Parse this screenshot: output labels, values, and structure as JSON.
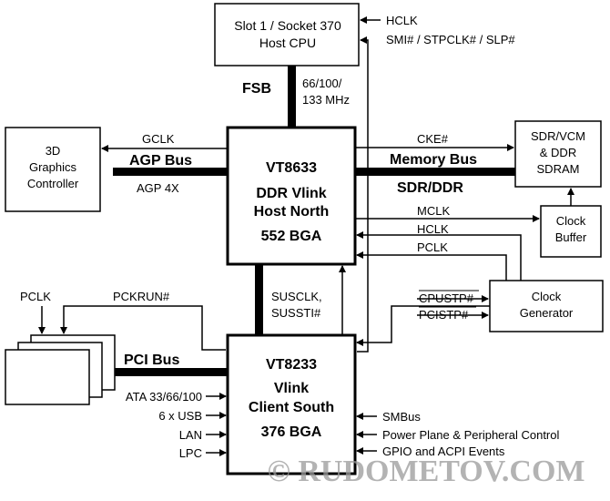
{
  "blocks": {
    "cpu": [
      "Slot 1 / Socket 370",
      "Host CPU"
    ],
    "north": [
      "VT8633",
      "DDR Vlink",
      "Host North",
      "552 BGA"
    ],
    "south": [
      "VT8233",
      "Vlink",
      "Client South",
      "376 BGA"
    ],
    "graphics": [
      "3D",
      "Graphics",
      "Controller"
    ],
    "sdram": [
      "SDR/VCM",
      "& DDR",
      "SDRAM"
    ],
    "clock_buffer": [
      "Clock",
      "Buffer"
    ],
    "clock_gen": [
      "Clock",
      "Generator"
    ]
  },
  "labels": {
    "hclk_top": "HCLK",
    "smi": "SMI# / STPCLK# / SLP#",
    "fsb": "FSB",
    "fsb_speed": [
      "66/100/",
      "133 MHz"
    ],
    "gclk": "GCLK",
    "agp_bus": "AGP Bus",
    "agp_4x": "AGP 4X",
    "cke": "CKE#",
    "memory_bus": "Memory Bus",
    "sdr_ddr": "SDR/DDR",
    "mclk": "MCLK",
    "hclk": "HCLK",
    "pclk_right": "PCLK",
    "cpustp": "CPUSTP#",
    "pcistp": "PCISTP#",
    "pclk_left": "PCLK",
    "pckrun": "PCKRUN#",
    "susclk": [
      "SUSCLK,",
      "SUSSTI#"
    ],
    "pci_bus": "PCI Bus",
    "ata": "ATA 33/66/100",
    "usb": "6 x USB",
    "lan": "LAN",
    "lpc": "LPC",
    "smbus": "SMBus",
    "power": "Power Plane  & Peripheral Control",
    "gpio": "GPIO and ACPI Events"
  },
  "watermark": "© RUDOMETOV.COM"
}
